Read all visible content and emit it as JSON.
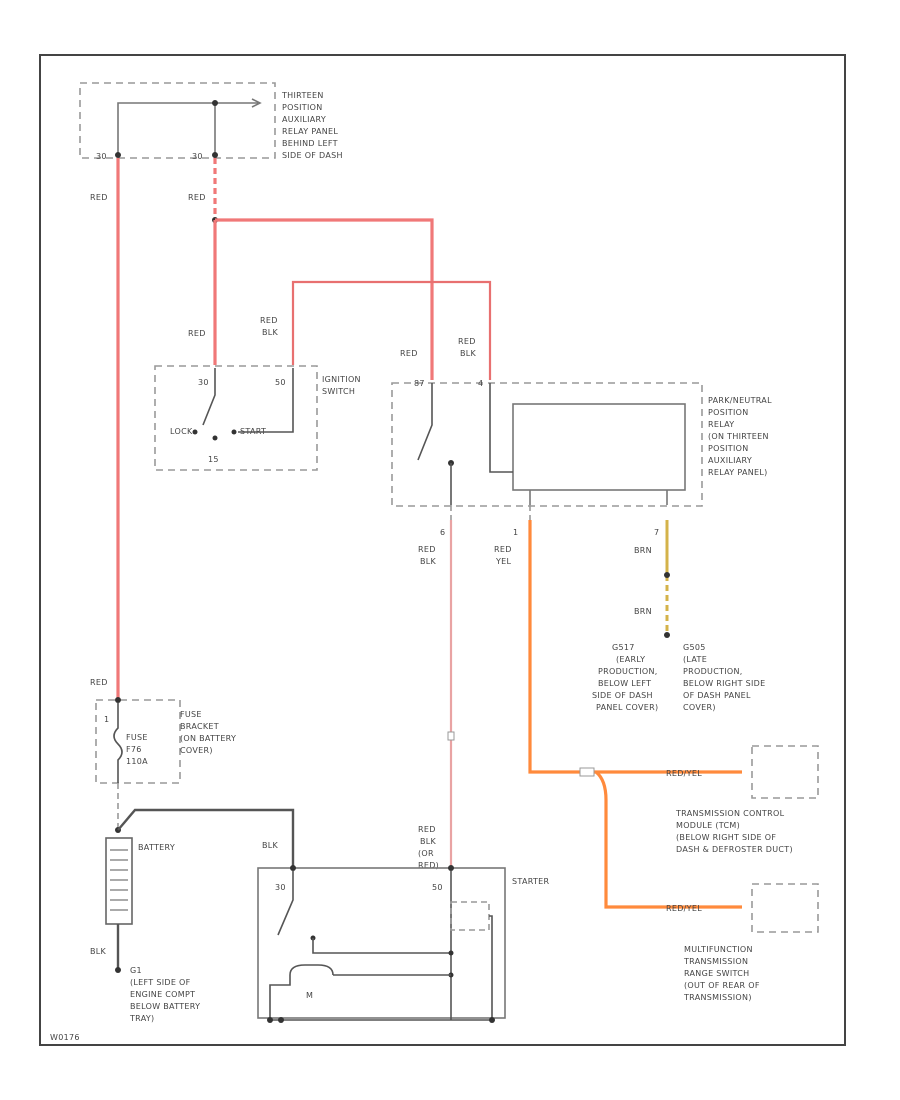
{
  "components": {
    "tps_relay_panel": [
      "THIRTEEN",
      "POSITION",
      "AUXILIARY",
      "RELAY PANEL",
      "BEHIND LEFT",
      "SIDE OF DASH"
    ],
    "tps_pins": [
      "30",
      "30"
    ],
    "ignition_switch": [
      "IGNITION",
      "SWITCH"
    ],
    "ignition_pins": [
      "30",
      "50",
      "15"
    ],
    "ignition_positions": [
      "LOCK",
      "START"
    ],
    "pn_relay": [
      "PARK/NEUTRAL",
      "POSITION",
      "RELAY",
      "(ON THIRTEEN",
      "POSITION",
      "AUXILIARY",
      "RELAY PANEL)"
    ],
    "pn_pins": [
      "87",
      "4",
      "6",
      "1",
      "7"
    ],
    "fuse": [
      "FUSE",
      "BRACKET",
      "(ON BATTERY",
      "COVER)"
    ],
    "fuse_label": [
      "FUSE",
      "F76",
      "110A"
    ],
    "fuse_pin": "1",
    "battery": "BATTERY",
    "ground_g1": [
      "G1",
      "(LEFT SIDE OF",
      "ENGINE COMPT",
      "BELOW BATTERY",
      "TRAY)"
    ],
    "starter": "STARTER",
    "starter_pins": [
      "30",
      "50"
    ],
    "starter_motor": "M",
    "ground_early": [
      "G517",
      "(EARLY",
      "PRODUCTION,",
      "BELOW LEFT",
      "SIDE OF DASH",
      "PANEL COVER)"
    ],
    "ground_late": [
      "G505",
      "(LATE",
      "PRODUCTION,",
      "BELOW RIGHT SIDE",
      "OF DASH PANEL",
      "COVER)"
    ],
    "tcm": [
      "TRANSMISSION CONTROL",
      "MODULE (TCM)",
      "(BELOW RIGHT SIDE OF",
      "DASH & DEFROSTER DUCT)"
    ],
    "mfs": [
      "MULTIFUNCTION",
      "TRANSMISSION",
      "RANGE SWITCH",
      "(OUT OF REAR OF",
      "TRANSMISSION)"
    ],
    "diagram_id": "W0176"
  },
  "wires": {
    "red": "RED",
    "red_blk": [
      "RED",
      "BLK"
    ],
    "red_yel": [
      "RED",
      "YEL"
    ],
    "red_yel_inline": "RED/YEL",
    "brn": "BRN",
    "blk": "BLK",
    "red_blk_or_red": [
      "RED",
      "BLK",
      "(OR",
      "RED)"
    ]
  },
  "colors": {
    "red_wire": "#f07878",
    "orange_wire": "#ff8a3c",
    "brown_wire": "#d4b34a",
    "gray_wire": "#777777"
  }
}
